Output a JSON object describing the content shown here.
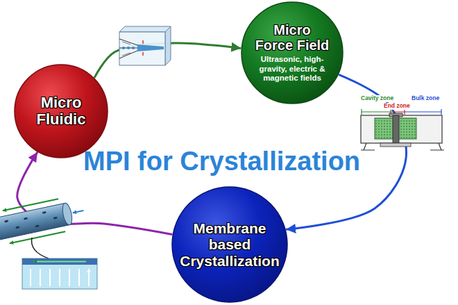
{
  "diagram": {
    "title": "MPI for Crystallization",
    "nodes": [
      {
        "text": [
          "Micro Fluidic"
        ]
      },
      {
        "text": [
          "Micro Force Field",
          "Ultrasonic, high-gravity, electric & magnetic fields"
        ]
      },
      {
        "text": [
          "Membrane based Crystallization"
        ]
      }
    ],
    "edges": [
      {
        "from": 0,
        "to": 1,
        "arrow": "to"
      },
      {
        "from": 1,
        "to": 2,
        "arrow": "to"
      },
      {
        "from": 2,
        "to": 0,
        "arrow": "to"
      }
    ],
    "labels": [
      "Cavity zone",
      "End zone",
      "Bulk zone"
    ]
  }
}
